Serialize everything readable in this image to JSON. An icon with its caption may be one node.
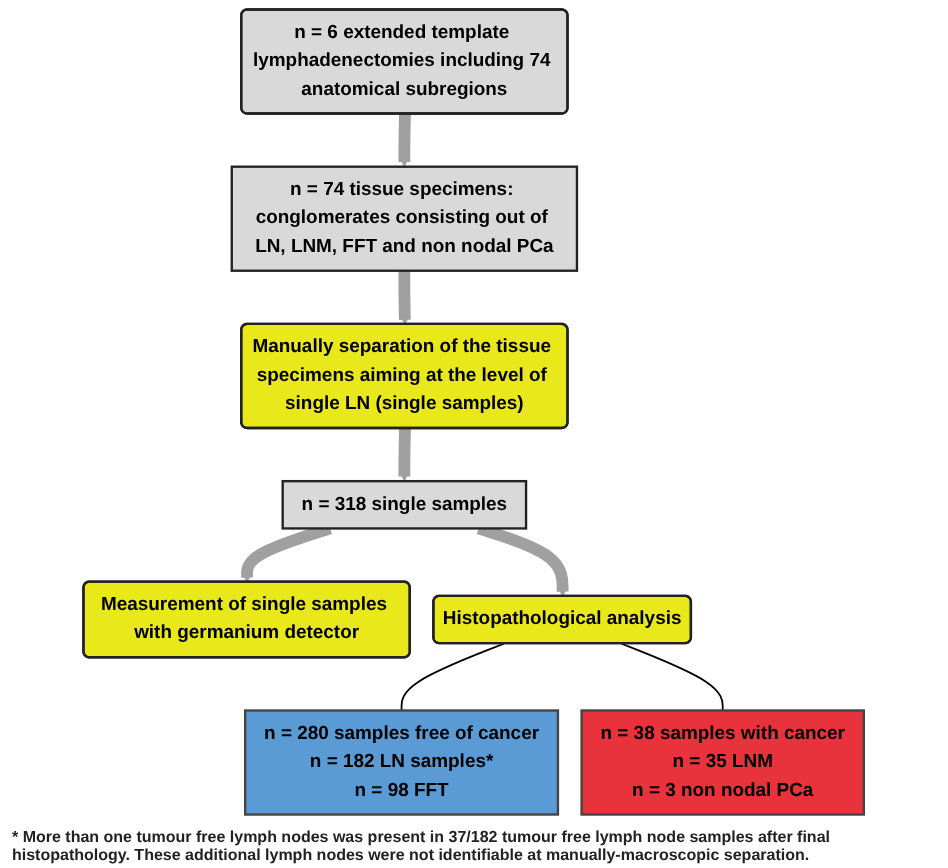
{
  "diagram": {
    "nodes": [
      {
        "text": [
          "n = 6 extended template lymphadenectomies including 74 anatomical subregions"
        ]
      },
      {
        "text": [
          "n = 74 tissue specimens: conglomerates consisting out of LN, LNM, FFT and non nodal PCa"
        ]
      },
      {
        "text": [
          "Manually separation of the tissue specimens aiming at the level of single LN (single samples)"
        ]
      },
      {
        "text": [
          "n = 318 single samples"
        ]
      },
      {
        "text": [
          "Measurement of single samples with germanium detector"
        ]
      },
      {
        "text": [
          "Histopathological analysis"
        ]
      },
      {
        "text": [
          "n = 280 samples free of cancer",
          "n = 182 LN samples*",
          "n = 98 FFT"
        ]
      },
      {
        "text": [
          "n = 38 samples with cancer",
          "n = 35 LNM",
          "n = 3 non nodal PCa"
        ]
      }
    ],
    "edges": [
      {
        "from": 0,
        "to": 1,
        "arrow": "to"
      },
      {
        "from": 1,
        "to": 2,
        "arrow": "to"
      },
      {
        "from": 2,
        "to": 3,
        "arrow": "to"
      },
      {
        "from": 3,
        "to": 4,
        "arrow": "to"
      },
      {
        "from": 3,
        "to": 5,
        "arrow": "to"
      },
      {
        "from": 5,
        "to": 6,
        "arrow": "none",
        "color": "#000000"
      },
      {
        "from": 5,
        "to": 7,
        "arrow": "none",
        "color": "#000000"
      }
    ],
    "labels": [
      "* More than one tumour free lymph nodes was present in 37/182 tumour free lymph node samples after final histopathology. These additional lymph nodes were not identifiable at manually-macroscopic separation."
    ]
  }
}
